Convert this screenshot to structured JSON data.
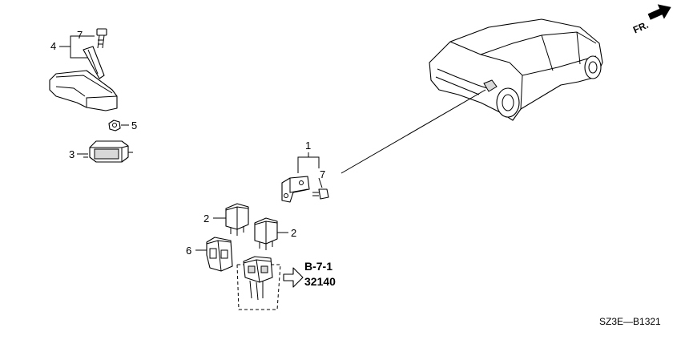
{
  "callouts": {
    "p1": "1",
    "p2a": "2",
    "p2b": "2",
    "p3": "3",
    "p4": "4",
    "p5": "5",
    "p6": "6",
    "p7a": "7",
    "p7b": "7"
  },
  "reference": {
    "section": "B-7-1",
    "part_number": "32140"
  },
  "direction_label": "FR.",
  "diagram_code": "SZ3E—B1321",
  "icons": [
    "front-direction-arrow-icon",
    "reference-arrow-icon"
  ]
}
